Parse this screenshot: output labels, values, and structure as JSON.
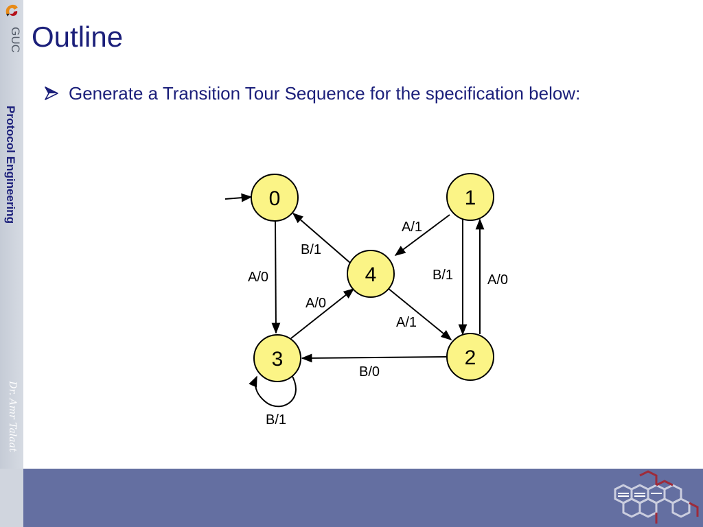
{
  "slide": {
    "title": "Outline",
    "bullet": "Generate a Transition Tour Sequence for the specification below:",
    "sidebar_title": "Protocol Engineering",
    "sidebar_author": "Dr. Amr Talaat",
    "logo_text": "GUC"
  },
  "diagram": {
    "states": [
      {
        "id": "s0",
        "label": "0"
      },
      {
        "id": "s1",
        "label": "1"
      },
      {
        "id": "s2",
        "label": "2"
      },
      {
        "id": "s3",
        "label": "3"
      },
      {
        "id": "s4",
        "label": "4"
      }
    ],
    "initial_state": "0",
    "transitions": [
      {
        "from": "0",
        "to": "3",
        "label": "A/0"
      },
      {
        "from": "4",
        "to": "0",
        "label": "B/1"
      },
      {
        "from": "1",
        "to": "4",
        "label": "A/1"
      },
      {
        "from": "1",
        "to": "2",
        "label": "B/1"
      },
      {
        "from": "2",
        "to": "1",
        "label": "A/0"
      },
      {
        "from": "4",
        "to": "2",
        "label": "A/1"
      },
      {
        "from": "3",
        "to": "4",
        "label": "A/0"
      },
      {
        "from": "2",
        "to": "3",
        "label": "B/0"
      },
      {
        "from": "3",
        "to": "3",
        "label": "B/1"
      }
    ],
    "colors": {
      "state_fill": "#fbf486",
      "state_stroke": "#000000"
    }
  },
  "colors": {
    "title": "#1b1f7a",
    "footer": "#646fa1",
    "sidebar": "#cfd4dd"
  }
}
